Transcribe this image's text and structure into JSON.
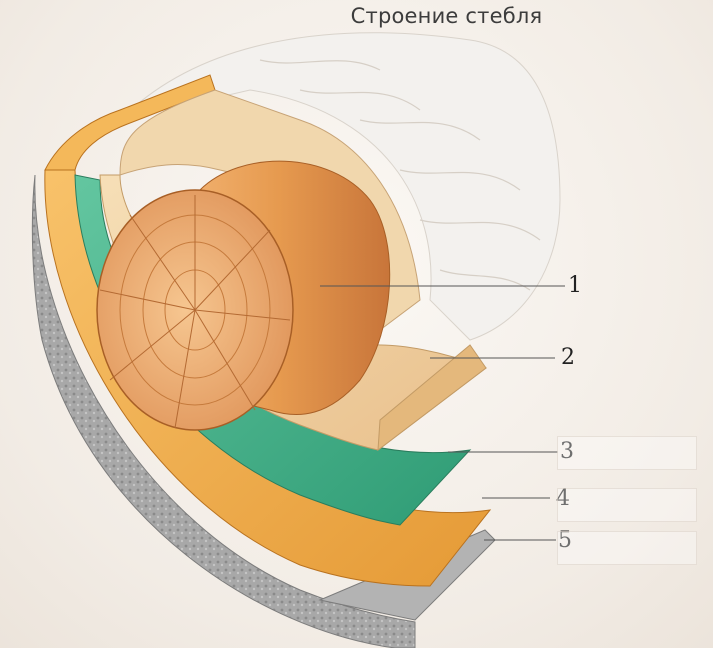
{
  "title": "Строение стебля",
  "labels": [
    {
      "id": "layer-1",
      "number": "1"
    },
    {
      "id": "layer-2",
      "number": "2"
    },
    {
      "id": "layer-3",
      "number": "3"
    },
    {
      "id": "layer-4",
      "number": "4"
    },
    {
      "id": "layer-5",
      "number": "5"
    }
  ],
  "answer_fields": [
    {
      "value": ""
    },
    {
      "value": ""
    },
    {
      "value": ""
    }
  ],
  "colors": {
    "background": "#f4efe9",
    "pith_wood": "#e39a4f",
    "sapwood": "#f2d1a2",
    "cambium": "#4fb893",
    "phloem": "#f0b04b",
    "bark": "#9f9f9f",
    "leader_line": "#555555"
  }
}
